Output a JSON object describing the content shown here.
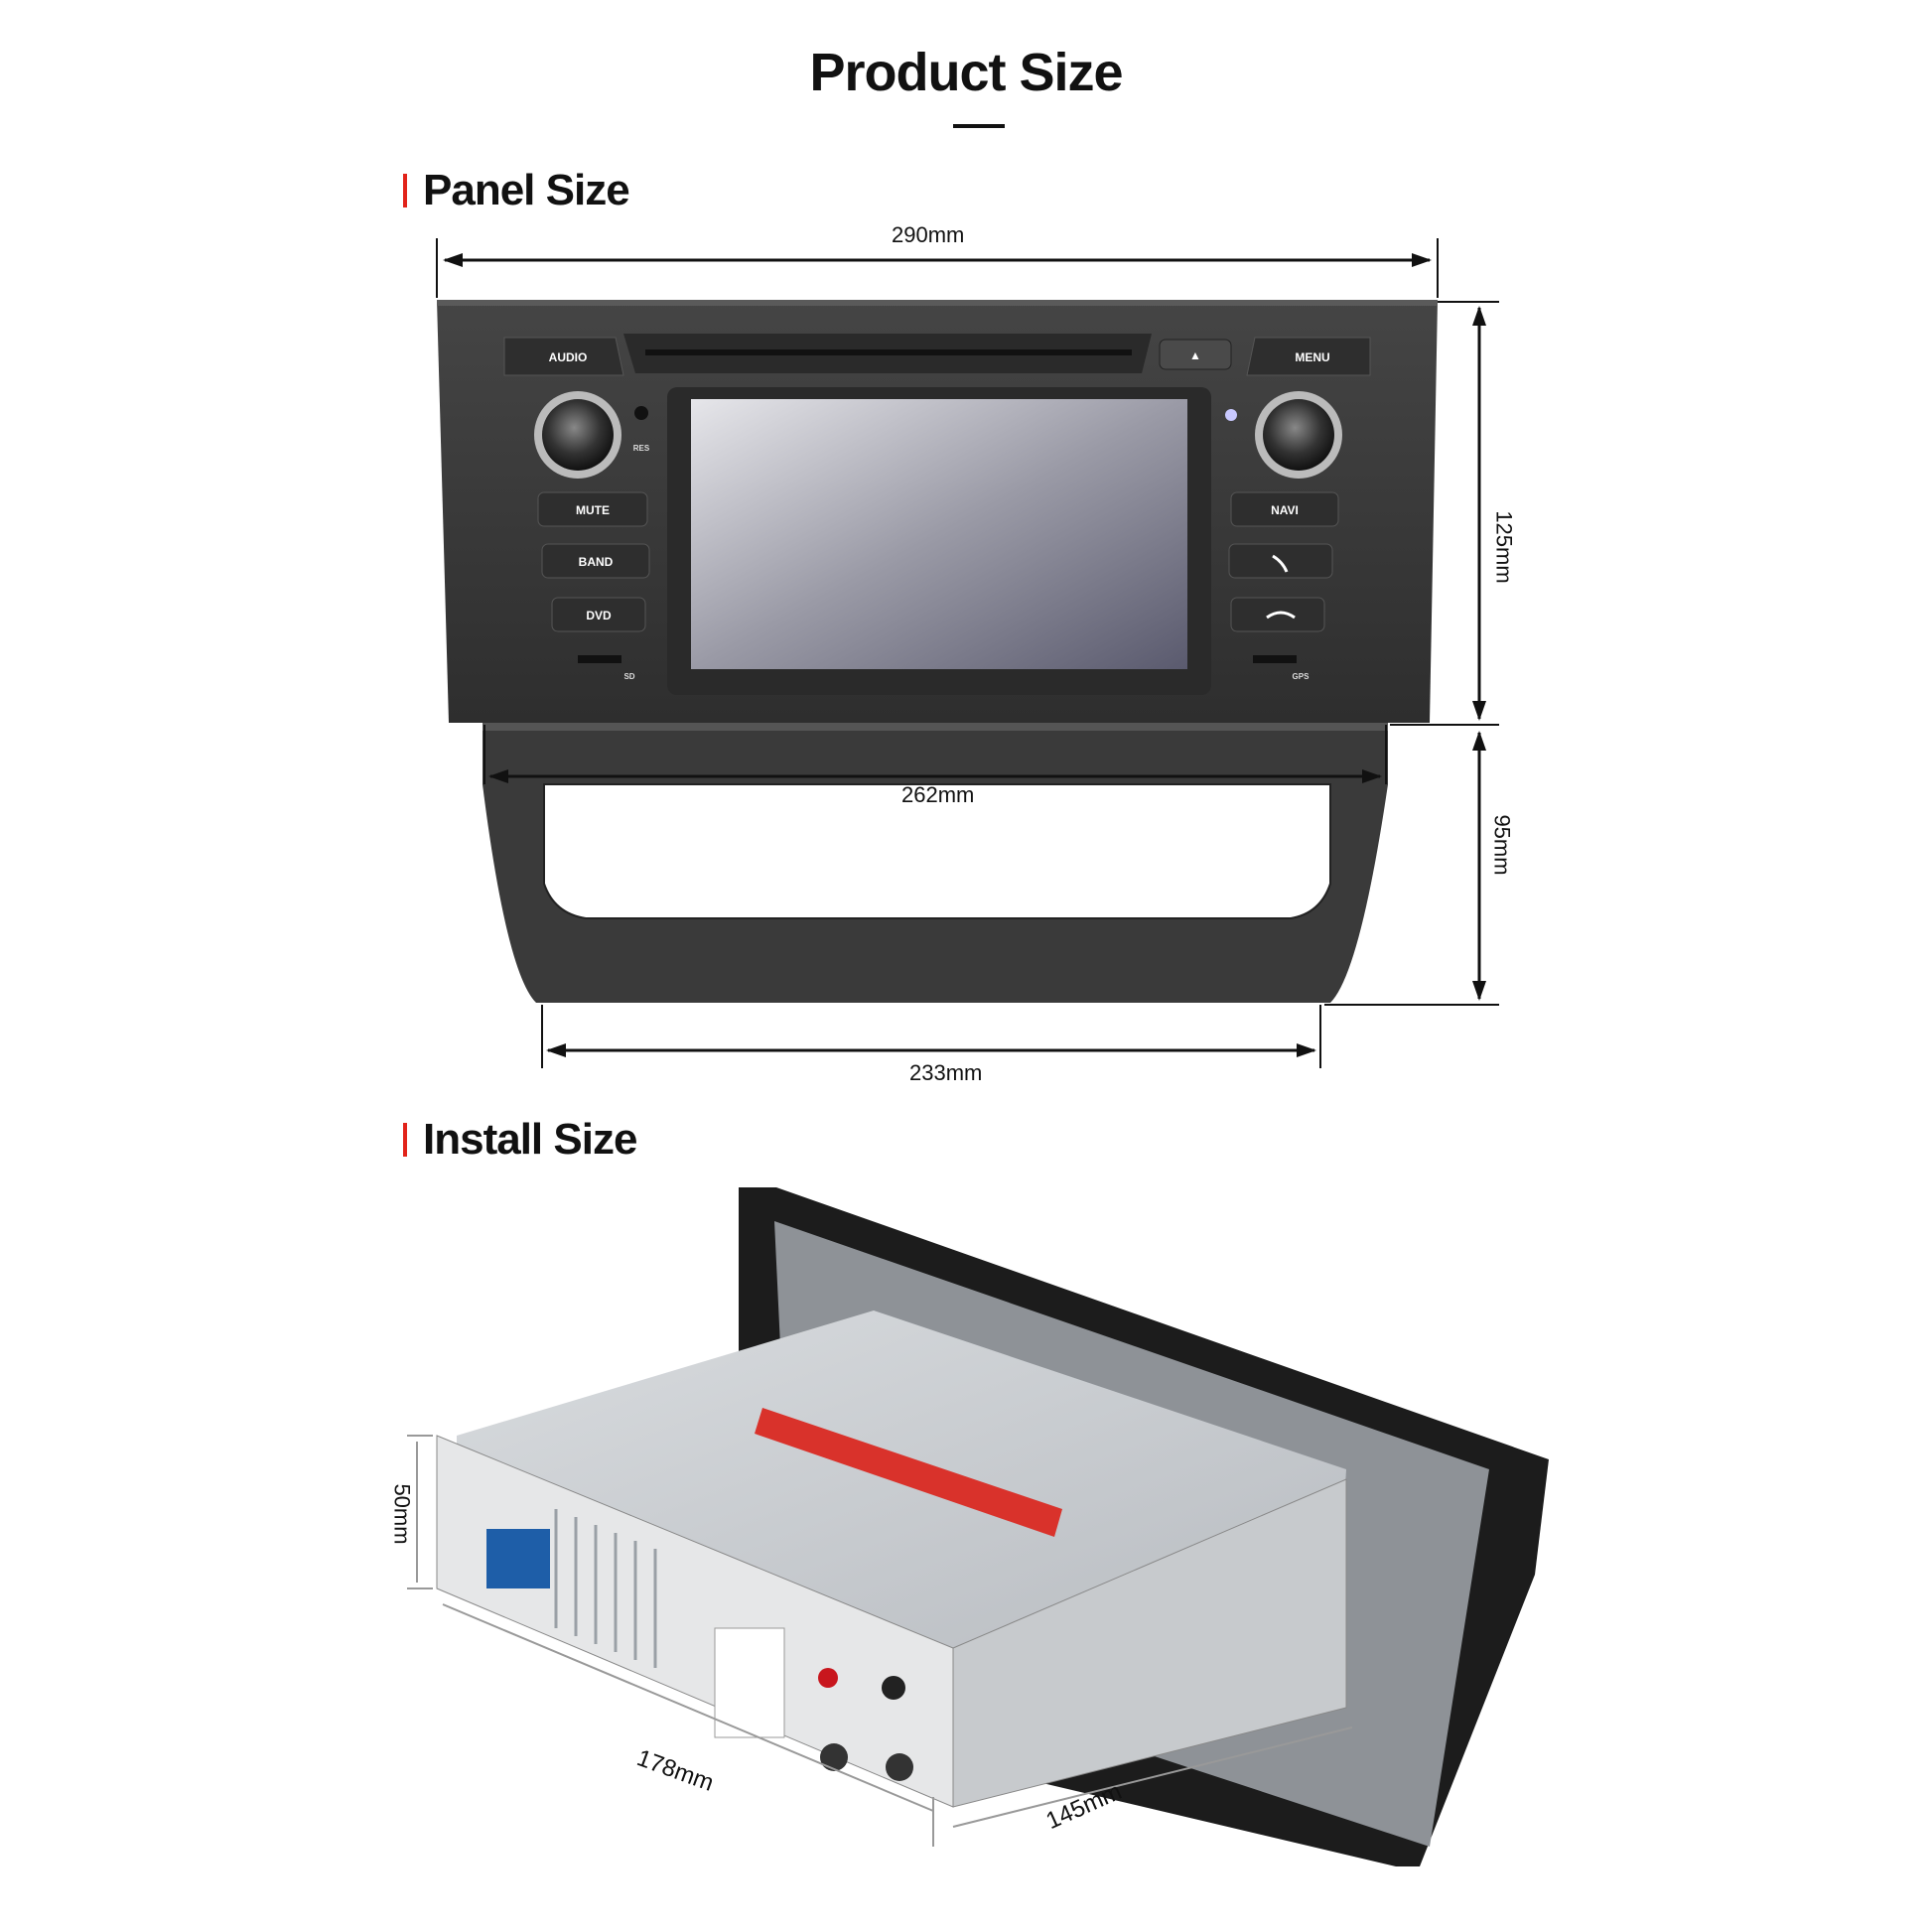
{
  "header": {
    "title": "Product Size"
  },
  "sections": {
    "panel": "Panel Size",
    "install": "Install Size"
  },
  "panel_dims": {
    "width_top": "290mm",
    "width_mid": "262mm",
    "width_bottom": "233mm",
    "height_upper": "125mm",
    "height_lower": "95mm"
  },
  "install_dims": {
    "height": "50mm",
    "length": "178mm",
    "depth": "145mm"
  },
  "buttons": {
    "audio": "AUDIO",
    "menu": "MENU",
    "mute": "MUTE",
    "band": "BAND",
    "dvd": "DVD",
    "navi": "NAVI",
    "res": "RES",
    "sd": "SD",
    "gps": "GPS",
    "eject": "▲"
  },
  "colors": {
    "accent": "#e2231a",
    "panel": "#3a3a3a",
    "chassis": "#c9ccd0"
  }
}
